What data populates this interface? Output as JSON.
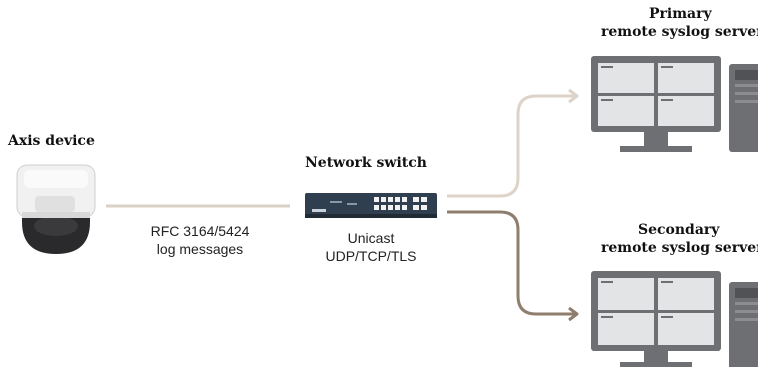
{
  "labels": {
    "axis_device": "Axis device",
    "network_switch": "Network switch",
    "primary_line1": "Primary",
    "primary_line2": "remote syslog server",
    "secondary_line1": "Secondary",
    "secondary_line2": "remote syslog server",
    "messages_line1": "RFC 3164/5424",
    "messages_line2": "log messages",
    "transport_line1": "Unicast",
    "transport_line2": "UDP/TCP/TLS"
  },
  "colors": {
    "arrow_device": "#d9d0c6",
    "arrow_primary": "#ddd3c8",
    "arrow_secondary": "#8f7e6d",
    "monitor_frame": "#6d6f72",
    "monitor_screen": "#e3e4e5",
    "switch_body": "#2f3f4f"
  },
  "icons": [
    "camera-icon",
    "switch-icon",
    "server-icon"
  ]
}
